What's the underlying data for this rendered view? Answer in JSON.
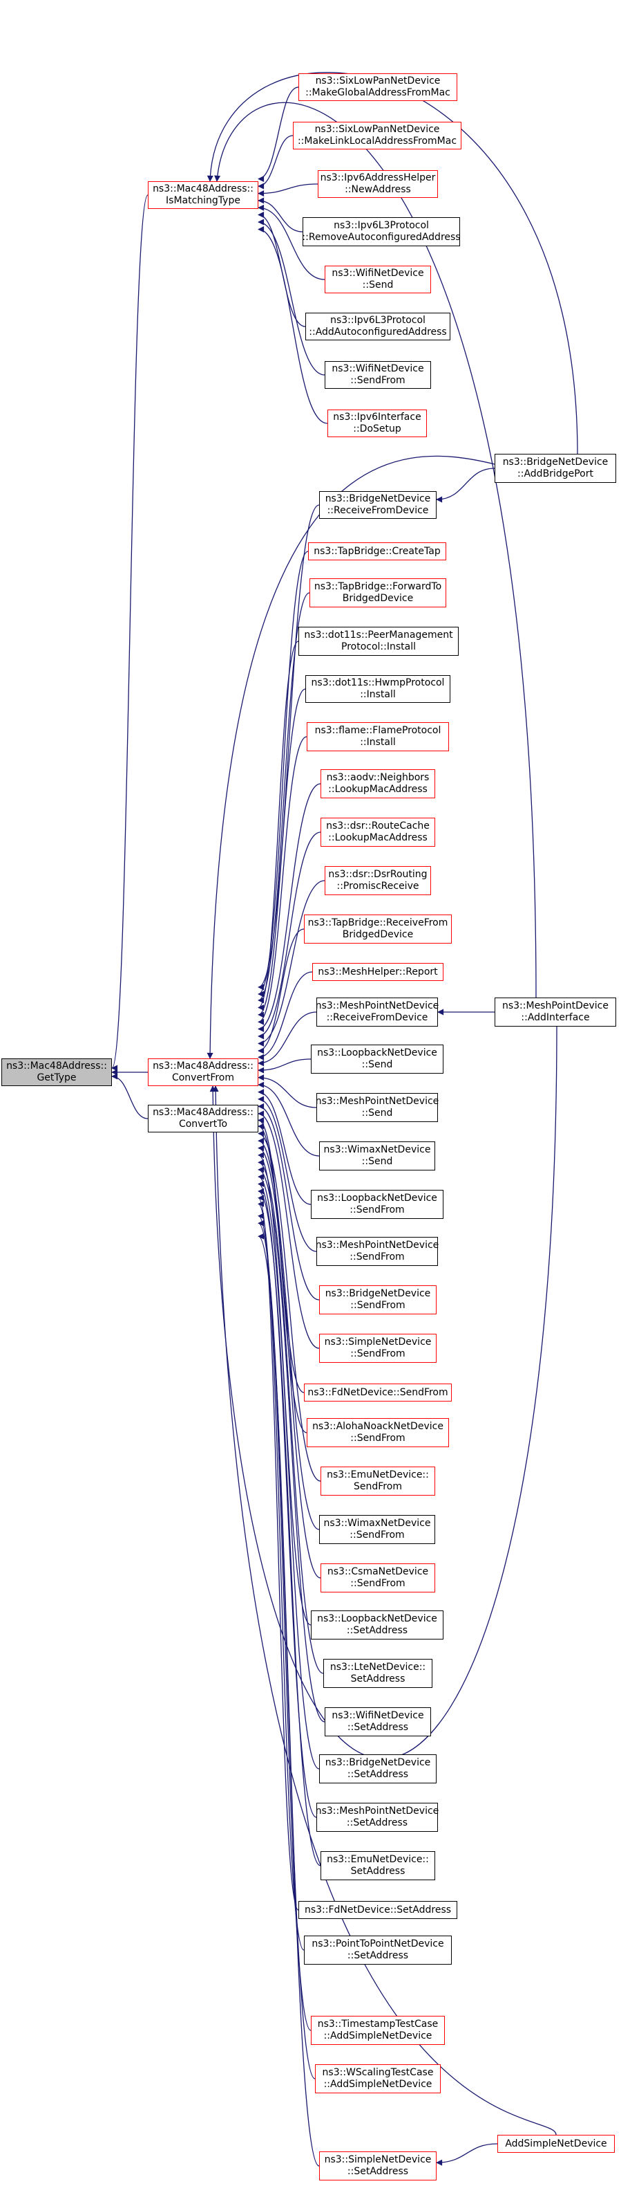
{
  "diagram": {
    "edge_color": "#191970",
    "root": {
      "line1": "ns3::Mac48Address::",
      "line2": "GetType"
    },
    "nodes": {
      "ismatching": {
        "line1": "ns3::Mac48Address::",
        "line2": "IsMatchingType",
        "border": "red"
      },
      "convertfrom": {
        "line1": "ns3::Mac48Address::",
        "line2": "ConvertFrom",
        "border": "red"
      },
      "convertto": {
        "line1": "ns3::Mac48Address::",
        "line2": "ConvertTo",
        "border": "black"
      },
      "sixglobal": {
        "line1": "ns3::SixLowPanNetDevice",
        "line2": "::MakeGlobalAddressFromMac",
        "border": "red"
      },
      "sixlinklocal": {
        "line1": "ns3::SixLowPanNetDevice",
        "line2": "::MakeLinkLocalAddressFromMac",
        "border": "red"
      },
      "ipv6helper": {
        "line1": "ns3::Ipv6AddressHelper",
        "line2": "::NewAddress",
        "border": "red"
      },
      "ipv6lremove": {
        "line1": "ns3::Ipv6L3Protocol",
        "line2": "::RemoveAutoconfiguredAddress",
        "border": "black"
      },
      "wifisend": {
        "line1": "ns3::WifiNetDevice",
        "line2": "::Send",
        "border": "red"
      },
      "ipv6ladd": {
        "line1": "ns3::Ipv6L3Protocol",
        "line2": "::AddAutoconfiguredAddress",
        "border": "black"
      },
      "wifisendfrom": {
        "line1": "ns3::WifiNetDevice",
        "line2": "::SendFrom",
        "border": "black"
      },
      "ipv6setup": {
        "line1": "ns3::Ipv6Interface",
        "line2": "::DoSetup",
        "border": "red"
      },
      "bridgerecv": {
        "line1": "ns3::BridgeNetDevice",
        "line2": "::ReceiveFromDevice",
        "border": "black"
      },
      "tapcreate": {
        "line1": "ns3::TapBridge::CreateTap",
        "line2": "",
        "border": "red"
      },
      "tapforward": {
        "line1": "ns3::TapBridge::ForwardTo",
        "line2": "BridgedDevice",
        "border": "red"
      },
      "dot11peer": {
        "line1": "ns3::dot11s::PeerManagement",
        "line2": "Protocol::Install",
        "border": "black"
      },
      "dot11hwmp": {
        "line1": "ns3::dot11s::HwmpProtocol",
        "line2": "::Install",
        "border": "black"
      },
      "flame": {
        "line1": "ns3::flame::FlameProtocol",
        "line2": "::Install",
        "border": "red"
      },
      "aodv": {
        "line1": "ns3::aodv::Neighbors",
        "line2": "::LookupMacAddress",
        "border": "red"
      },
      "dsrcache": {
        "line1": "ns3::dsr::RouteCache",
        "line2": "::LookupMacAddress",
        "border": "red"
      },
      "dsrrouting": {
        "line1": "ns3::dsr::DsrRouting",
        "line2": "::PromiscReceive",
        "border": "red"
      },
      "tapreceive": {
        "line1": "ns3::TapBridge::ReceiveFrom",
        "line2": "BridgedDevice",
        "border": "red"
      },
      "meshreport": {
        "line1": "ns3::MeshHelper::Report",
        "line2": "",
        "border": "red"
      },
      "meshrecv": {
        "line1": "ns3::MeshPointNetDevice",
        "line2": "::ReceiveFromDevice",
        "border": "black"
      },
      "loopsend": {
        "line1": "ns3::LoopbackNetDevice",
        "line2": "::Send",
        "border": "black"
      },
      "meshsend": {
        "line1": "ns3::MeshPointNetDevice",
        "line2": "::Send",
        "border": "black"
      },
      "wimaxsend": {
        "line1": "ns3::WimaxNetDevice",
        "line2": "::Send",
        "border": "black"
      },
      "loopsendfrom": {
        "line1": "ns3::LoopbackNetDevice",
        "line2": "::SendFrom",
        "border": "black"
      },
      "meshsendfrom": {
        "line1": "ns3::MeshPointNetDevice",
        "line2": "::SendFrom",
        "border": "black"
      },
      "bridgesendfrom": {
        "line1": "ns3::BridgeNetDevice",
        "line2": "::SendFrom",
        "border": "red"
      },
      "simplesendfrom": {
        "line1": "ns3::SimpleNetDevice",
        "line2": "::SendFrom",
        "border": "red"
      },
      "fdsendfrom": {
        "line1": "ns3::FdNetDevice::SendFrom",
        "line2": "",
        "border": "red"
      },
      "alohasendfrom": {
        "line1": "ns3::AlohaNoackNetDevice",
        "line2": "::SendFrom",
        "border": "red"
      },
      "emusendfrom": {
        "line1": "ns3::EmuNetDevice::",
        "line2": "SendFrom",
        "border": "red"
      },
      "wimaxsendfrom": {
        "line1": "ns3::WimaxNetDevice",
        "line2": "::SendFrom",
        "border": "black"
      },
      "csmasendfrom": {
        "line1": "ns3::CsmaNetDevice",
        "line2": "::SendFrom",
        "border": "red"
      },
      "loopsetaddr": {
        "line1": "ns3::LoopbackNetDevice",
        "line2": "::SetAddress",
        "border": "black"
      },
      "ltesetaddr": {
        "line1": "ns3::LteNetDevice::",
        "line2": "SetAddress",
        "border": "black"
      },
      "wifisetaddr": {
        "line1": "ns3::WifiNetDevice",
        "line2": "::SetAddress",
        "border": "black"
      },
      "bridgesetaddr": {
        "line1": "ns3::BridgeNetDevice",
        "line2": "::SetAddress",
        "border": "black"
      },
      "meshsetaddr": {
        "line1": "ns3::MeshPointNetDevice",
        "line2": "::SetAddress",
        "border": "black"
      },
      "emusetaddr": {
        "line1": "ns3::EmuNetDevice::",
        "line2": "SetAddress",
        "border": "black"
      },
      "fdsetaddr": {
        "line1": "ns3::FdNetDevice::SetAddress",
        "line2": "",
        "border": "black"
      },
      "p2psetaddr": {
        "line1": "ns3::PointToPointNetDevice",
        "line2": "::SetAddress",
        "border": "black"
      },
      "timestamptc": {
        "line1": "ns3::TimestampTestCase",
        "line2": "::AddSimpleNetDevice",
        "border": "red"
      },
      "wscalingtc": {
        "line1": "ns3::WScalingTestCase",
        "line2": "::AddSimpleNetDevice",
        "border": "red"
      },
      "simplesetaddr": {
        "line1": "ns3::SimpleNetDevice",
        "line2": "::SetAddress",
        "border": "red"
      },
      "bridgeaddport": {
        "line1": "ns3::BridgeNetDevice",
        "line2": "::AddBridgePort",
        "border": "black"
      },
      "meshaddiface": {
        "line1": "ns3::MeshPointDevice",
        "line2": "::AddInterface",
        "border": "black"
      },
      "addsimple": {
        "line1": "AddSimpleNetDevice",
        "line2": "",
        "border": "red"
      }
    }
  }
}
